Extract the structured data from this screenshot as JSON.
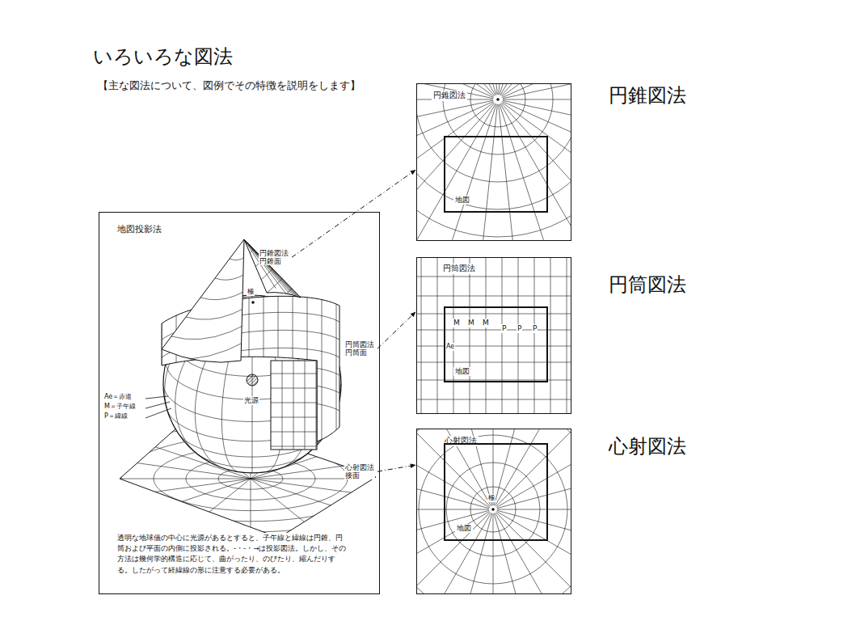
{
  "diagram": {
    "title": "いろいろな図法",
    "nodes": [
      {
        "text": [
          "地図投影法",
          "透明な地球儀の中心に光源があるとすると、子午線と緯線は円錐、円筒および平面の内側に投影される。-・-・→は投影図法。しかし、その方法は幾何学的構造に応じて、曲がったり、のびたり、縮んだりする。したがって経緯線の形に注意する必要がある。"
        ]
      },
      {
        "text": [
          "円錐図法",
          "円錐面"
        ],
        "in": 0
      },
      {
        "text": [
          "円筒図法",
          "円筒面"
        ],
        "in": 0
      },
      {
        "text": [
          "心射図法",
          "接面"
        ],
        "in": 0
      },
      {
        "text": [
          "円錐図法"
        ]
      },
      {
        "text": [
          "地図"
        ],
        "in": 4
      },
      {
        "text": [
          "円筒図法"
        ]
      },
      {
        "text": [
          "地図"
        ],
        "in": 6
      },
      {
        "text": [
          "心射図法"
        ]
      },
      {
        "text": [
          "地図"
        ],
        "in": 8
      }
    ],
    "edges": [
      {
        "from": 1,
        "to": 4,
        "arrow": "to"
      },
      {
        "from": 2,
        "to": 6,
        "arrow": "to"
      },
      {
        "from": 3,
        "to": 8,
        "arrow": "to"
      }
    ],
    "labels": [
      "【主な図法について、図例でその特徴を説明をします】",
      "極",
      "光源",
      "Ae＝赤道",
      "M＝子午線",
      "P＝緯線",
      "極",
      "M",
      "M",
      "M",
      "P",
      "P",
      "P",
      "Ae",
      "円錐図法",
      "円筒図法",
      "心射図法"
    ]
  }
}
